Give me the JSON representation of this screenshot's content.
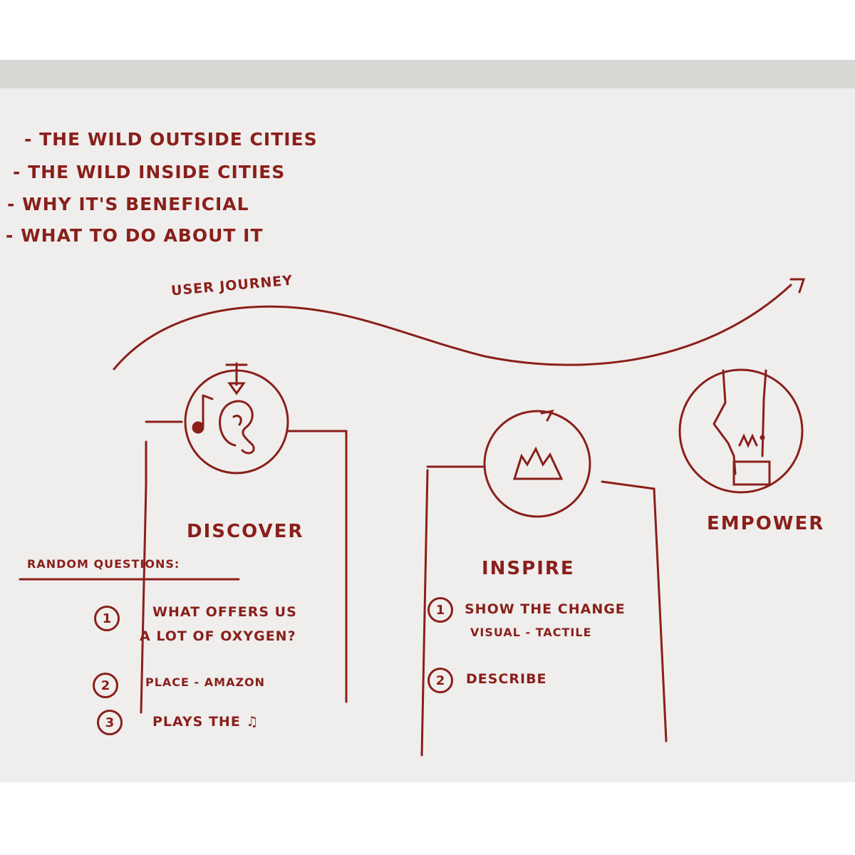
{
  "bullets": [
    "- THE WILD OUTSIDE CITIES",
    "- THE WILD INSIDE CITIES",
    "- WHY IT'S BENEFICIAL",
    "- WHAT TO DO ABOUT IT"
  ],
  "journey_label": "USER JOURNEY",
  "stages": {
    "discover": {
      "title": "DISCOVER",
      "questions_heading": "RANDOM QUESTIONS:",
      "items": [
        {
          "num": "1",
          "text_line1": "WHAT OFFERS US",
          "text_line2": "A LOT OF OXYGEN?"
        },
        {
          "num": "2",
          "text": "PLACE - AMAZON"
        },
        {
          "num": "3",
          "text": "PLAYS THE ♫"
        }
      ]
    },
    "inspire": {
      "title": "INSPIRE",
      "items": [
        {
          "num": "1",
          "text_line1": "SHOW THE CHANGE",
          "text_line2": "VISUAL - TACTILE"
        },
        {
          "num": "2",
          "text": "DESCRIBE"
        }
      ]
    },
    "empower": {
      "title": "EMPOWER"
    }
  },
  "colors": {
    "ink": "#8a1f1a",
    "paper": "#efeeed"
  }
}
